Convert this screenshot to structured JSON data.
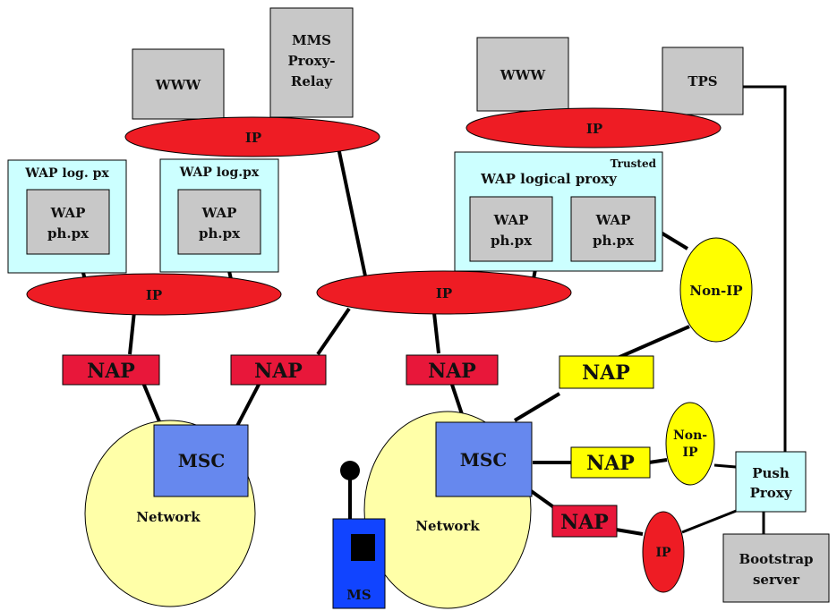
{
  "colors": {
    "ip_red": "#ee1c24",
    "nap_red": "#e8173a",
    "yellow": "#ffff00",
    "network_fill": "#ffffa8",
    "msc_blue": "#6688ee",
    "server_gray": "#c8c8c8",
    "wap_box": "#ccffff",
    "ms_blue": "#1144ff"
  },
  "servers": {
    "www_left": "WWW",
    "mms_line1": "MMS",
    "mms_line2": "Proxy-",
    "mms_line3": "Relay",
    "www_right": "WWW",
    "tps": "TPS",
    "bootstrap_line1": "Bootstrap",
    "bootstrap_line2": "server"
  },
  "ip_clouds": {
    "top_left": "IP",
    "top_right": "IP",
    "mid_left": "IP",
    "mid_center": "IP",
    "bottom_small": "IP"
  },
  "non_ip": {
    "large": "Non-IP",
    "small_line1": "Non-",
    "small_line2": "IP"
  },
  "wap": {
    "logical_left1": "WAP log. px",
    "logical_left2": "WAP log.px",
    "trusted_tag": "Trusted",
    "logical_trusted": "WAP logical proxy",
    "physical_line1": "WAP",
    "physical_line2": "ph.px"
  },
  "nap": {
    "label": "NAP"
  },
  "msc": {
    "label": "MSC"
  },
  "network": {
    "label": "Network"
  },
  "push_proxy": {
    "line1": "Push",
    "line2": "Proxy"
  },
  "mobile_station": {
    "label": "MS"
  }
}
